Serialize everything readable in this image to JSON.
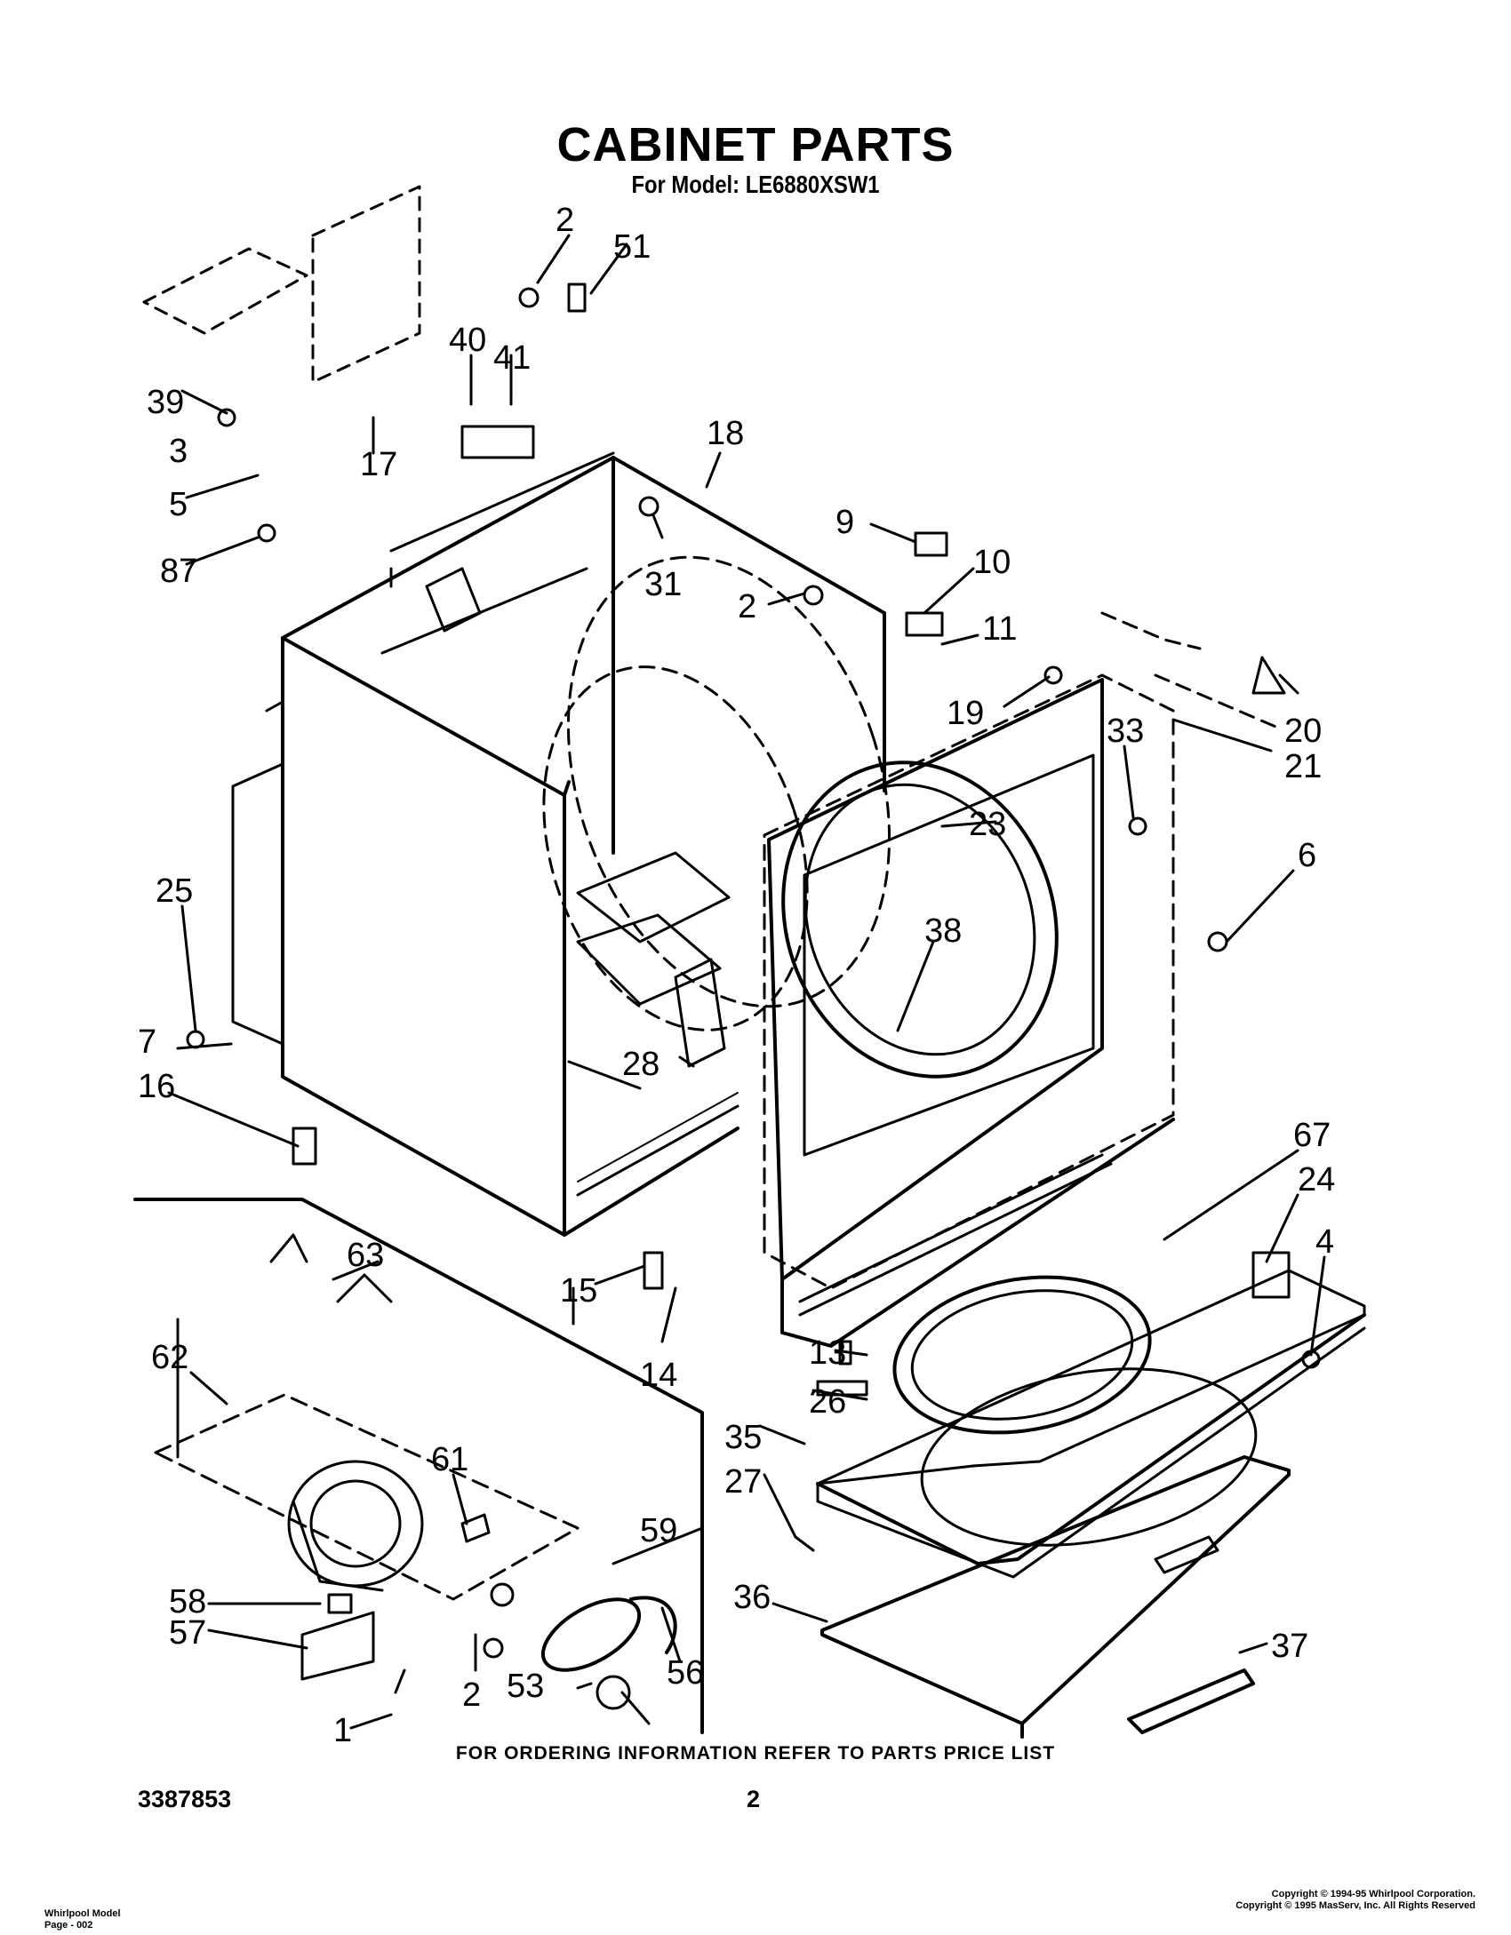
{
  "title": "CABINET PARTS",
  "subtitle": "For Model: LE6880XSW1",
  "footer_note": "FOR ORDERING INFORMATION REFER TO PARTS PRICE LIST",
  "document_number": "3387853",
  "page_number": "2",
  "footer_model": "Whirlpool Model",
  "footer_page": "Page - 002",
  "copyright_1": "Copyright © 1994-95 Whirlpool Corporation.",
  "copyright_2": "Copyright © 1995 MasServ, Inc.  All Rights Reserved",
  "callouts": [
    "2",
    "51",
    "39",
    "40",
    "41",
    "3",
    "17",
    "5",
    "87",
    "18",
    "31",
    "9",
    "2",
    "10",
    "11",
    "19",
    "20",
    "21",
    "33",
    "25",
    "23",
    "6",
    "38",
    "7",
    "28",
    "16",
    "67",
    "24",
    "4",
    "63",
    "15",
    "14",
    "62",
    "13",
    "26",
    "35",
    "27",
    "61",
    "59",
    "36",
    "37",
    "58",
    "57",
    "56",
    "2",
    "53",
    "1"
  ]
}
